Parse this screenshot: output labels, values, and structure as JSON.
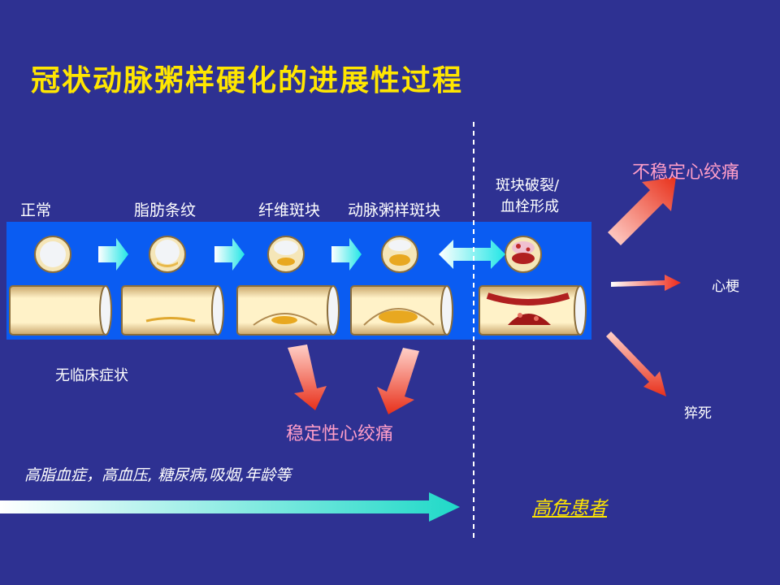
{
  "title": "冠状动脉粥样硬化的进展性过程",
  "stages": [
    "正常",
    "脂肪条纹",
    "纤维斑块",
    "动脉粥样斑块"
  ],
  "rupture_label": [
    "斑块破裂/",
    "血栓形成"
  ],
  "outcomes": {
    "unstable_angina": "不稳定心绞痛",
    "mi": "心梗",
    "sudden_death": "猝死"
  },
  "no_symptoms": "无临床症状",
  "stable_angina": "稳定性心绞痛",
  "risk_factors": "高脂血症，高血压, 糖尿病,吸烟,年龄等",
  "high_risk": "高危患者",
  "colors": {
    "background": "#2e3192",
    "title": "#ffe600",
    "band": "#0a5cf2",
    "arrow_cyan": "#33ffff",
    "arrow_red": "#f04a2a",
    "pink_text": "#ff9ec8"
  }
}
